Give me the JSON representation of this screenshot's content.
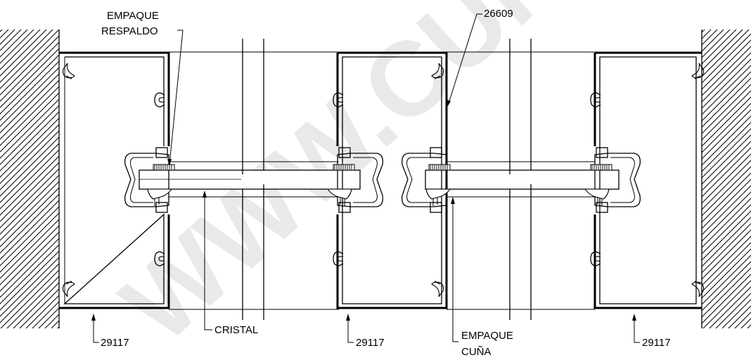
{
  "watermark": "WWW.CUP",
  "labels": {
    "empaque_respaldo_line1": "EMPAQUE",
    "empaque_respaldo_line2": "RESPALDO",
    "part_top": "26609",
    "cristal": "CRISTAL",
    "empaque_cuna_line1": "EMPAQUE",
    "empaque_cuna_line2": "CUÑA",
    "mullion_left": "29117",
    "mullion_center": "29117",
    "mullion_right": "29117"
  }
}
